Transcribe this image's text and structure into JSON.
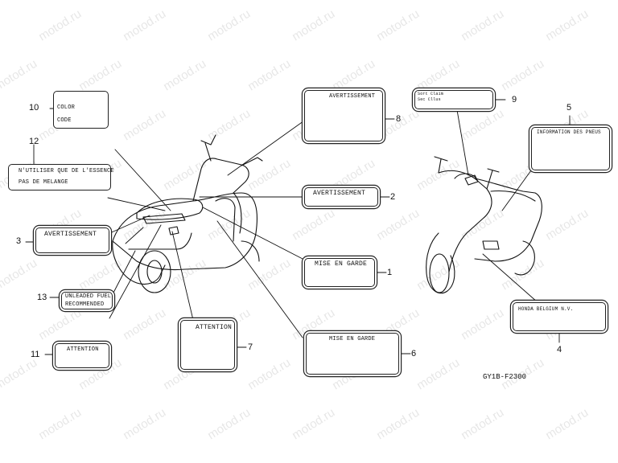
{
  "watermark": "motod.ru",
  "diagram_code": "GY1B-F2300",
  "labels": {
    "l1": {
      "number": "1",
      "text": "MISE  EN  GARDE"
    },
    "l2": {
      "number": "2",
      "text": "AVERTISSEMENT"
    },
    "l3": {
      "number": "3",
      "text": "AVERTISSEMENT"
    },
    "l4": {
      "number": "4",
      "text": "HONDA BELGIUM N.V."
    },
    "l5": {
      "number": "5",
      "text": "INFORMATION DES PNEUS"
    },
    "l6": {
      "number": "6",
      "text": "MISE  EN  GARDE"
    },
    "l7": {
      "number": "7",
      "text": "ATTENTION"
    },
    "l8": {
      "number": "8",
      "text": "AVERTISSEMENT"
    },
    "l9": {
      "number": "9",
      "line1": "Sort  Claim",
      "line2": "Sec   Cllus"
    },
    "l10": {
      "number": "10",
      "line1": "COLOR",
      "line2": "CODE"
    },
    "l11": {
      "number": "11",
      "text": "ATTENTION"
    },
    "l12": {
      "number": "12",
      "line1": "N'UTILISER QUE DE L'ESSENCE",
      "line2": "PAS DE MELANGE"
    },
    "l13": {
      "number": "13",
      "line1": "UNLEADED FUEL",
      "line2": "RECOMMENDED"
    }
  },
  "colors": {
    "ink": "#111111",
    "watermark": "#e7e7e7"
  }
}
